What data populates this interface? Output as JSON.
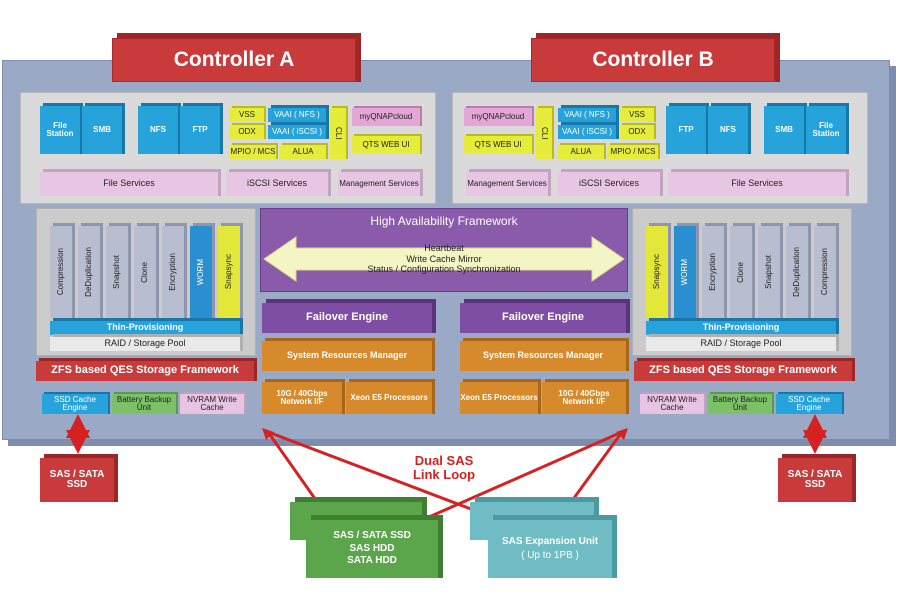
{
  "controller_a": {
    "title": "Controller A",
    "protocols": [
      "File Station",
      "SMB",
      "NFS",
      "FTP"
    ],
    "vss": "VSS",
    "vaai_nfs": "VAAI ( NFS )",
    "odx": "ODX",
    "vaai_iscsi": "VAAI ( iSCSI )",
    "mpio": "MPIO / MCS",
    "alua": "ALUA",
    "cli": "CLI",
    "myqnapcloud": "myQNAPcloud",
    "qts_web_ui": "QTS WEB UI",
    "file_services": "File Services",
    "iscsi_services": "iSCSI Services",
    "management_services": "Management Services",
    "features": [
      "Compression",
      "DeDuplication",
      "Snapshot",
      "Clone",
      "Encryption",
      "WORM",
      "Snapsync"
    ],
    "thin_provisioning": "Thin-Provisioning",
    "raid": "RAID / Storage Pool",
    "zfs": "ZFS based QES Storage Framework",
    "ssd_cache": "SSD Cache Engine",
    "battery": "Battery Backup Unit",
    "nvram": "NVRAM Write Cache",
    "storage": "SAS / SATA SSD"
  },
  "controller_b": {
    "title": "Controller B",
    "protocols": [
      "FTP",
      "NFS",
      "SMB",
      "File Station"
    ],
    "vss": "VSS",
    "vaai_nfs": "VAAI ( NFS )",
    "odx": "ODX",
    "vaai_iscsi": "VAAI ( iSCSI )",
    "mpio": "MPIO / MCS",
    "alua": "ALUA",
    "cli": "CLI",
    "myqnapcloud": "myQNAPcloud",
    "qts_web_ui": "QTS WEB UI",
    "file_services": "File Services",
    "iscsi_services": "iSCSI Services",
    "management_services": "Management Services",
    "features": [
      "Snapsync",
      "WORM",
      "Encryption",
      "Clone",
      "Snapshot",
      "DeDuplication",
      "Compression"
    ],
    "thin_provisioning": "Thin-Provisioning",
    "raid": "RAID / Storage Pool",
    "zfs": "ZFS based QES Storage Framework",
    "ssd_cache": "SSD Cache Engine",
    "battery": "Battery Backup Unit",
    "nvram": "NVRAM Write Cache",
    "storage": "SAS / SATA SSD"
  },
  "center": {
    "ha_framework": "High Availability Framework",
    "heartbeat": "Heartbeat",
    "write_cache_mirror": "Write Cache Mirror",
    "status_sync": "Status / Configuration Synchronization",
    "failover_engine": "Failover Engine",
    "system_resources_manager": "System Resources Manager",
    "network_if": "10G / 40Gbps Network I/F",
    "processors": "Xeon E5 Processors"
  },
  "bottom": {
    "dual_sas": "Dual SAS",
    "link_loop": "Link Loop",
    "disk_shelf": [
      "SAS / SATA SSD",
      "SAS HDD",
      "SATA HDD"
    ],
    "expansion_unit": "SAS Expansion Unit",
    "expansion_capacity": "( Up to 1PB )"
  },
  "colors": {
    "red": "#c93a3a",
    "blue": "#27a3dc",
    "purple": "#7d4ea3",
    "orange": "#d68a2c",
    "yellow": "#e6ec3a",
    "green": "#5ba54a",
    "teal": "#6fbcc4",
    "arrow_red": "#d52121"
  }
}
